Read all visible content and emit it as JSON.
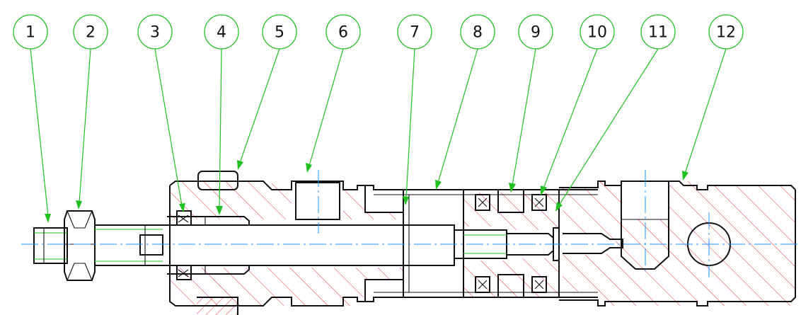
{
  "drawing": {
    "balloons": [
      {
        "label": "1"
      },
      {
        "label": "2"
      },
      {
        "label": "3"
      },
      {
        "label": "4"
      },
      {
        "label": "5"
      },
      {
        "label": "6"
      },
      {
        "label": "7"
      },
      {
        "label": "8"
      },
      {
        "label": "9"
      },
      {
        "label": "10"
      },
      {
        "label": "11"
      },
      {
        "label": "12"
      }
    ],
    "colors": {
      "leader": "#22c022",
      "hatch": "#e01b1b",
      "centerline": "#1e90ff",
      "outline": "#111111"
    }
  }
}
